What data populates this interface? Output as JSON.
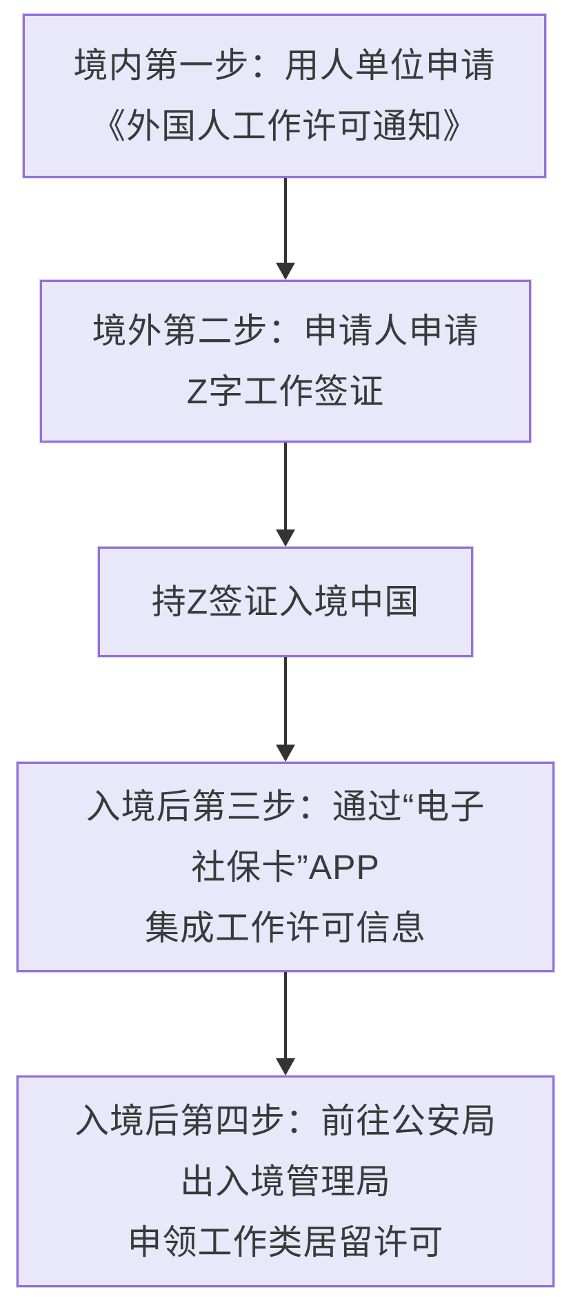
{
  "flowchart": {
    "type": "vertical-process-flow",
    "colors": {
      "background": "#ffffff",
      "box_fill": "#e8e8fa",
      "box_border": "#9370db",
      "text": "#3a3a3a",
      "arrow": "#333333"
    },
    "steps": [
      {
        "lines": [
          "境内第一步：用人单位申请",
          "《外国人工作许可通知》"
        ]
      },
      {
        "lines": [
          "境外第二步：申请人申请",
          "Z字工作签证"
        ]
      },
      {
        "lines": [
          "持Z签证入境中国"
        ]
      },
      {
        "lines": [
          "入境后第三步：通过“电子",
          "社保卡”APP",
          "集成工作许可信息"
        ]
      },
      {
        "lines": [
          "入境后第四步：前往公安局",
          "出入境管理局",
          "申领工作类居留许可"
        ]
      }
    ]
  }
}
